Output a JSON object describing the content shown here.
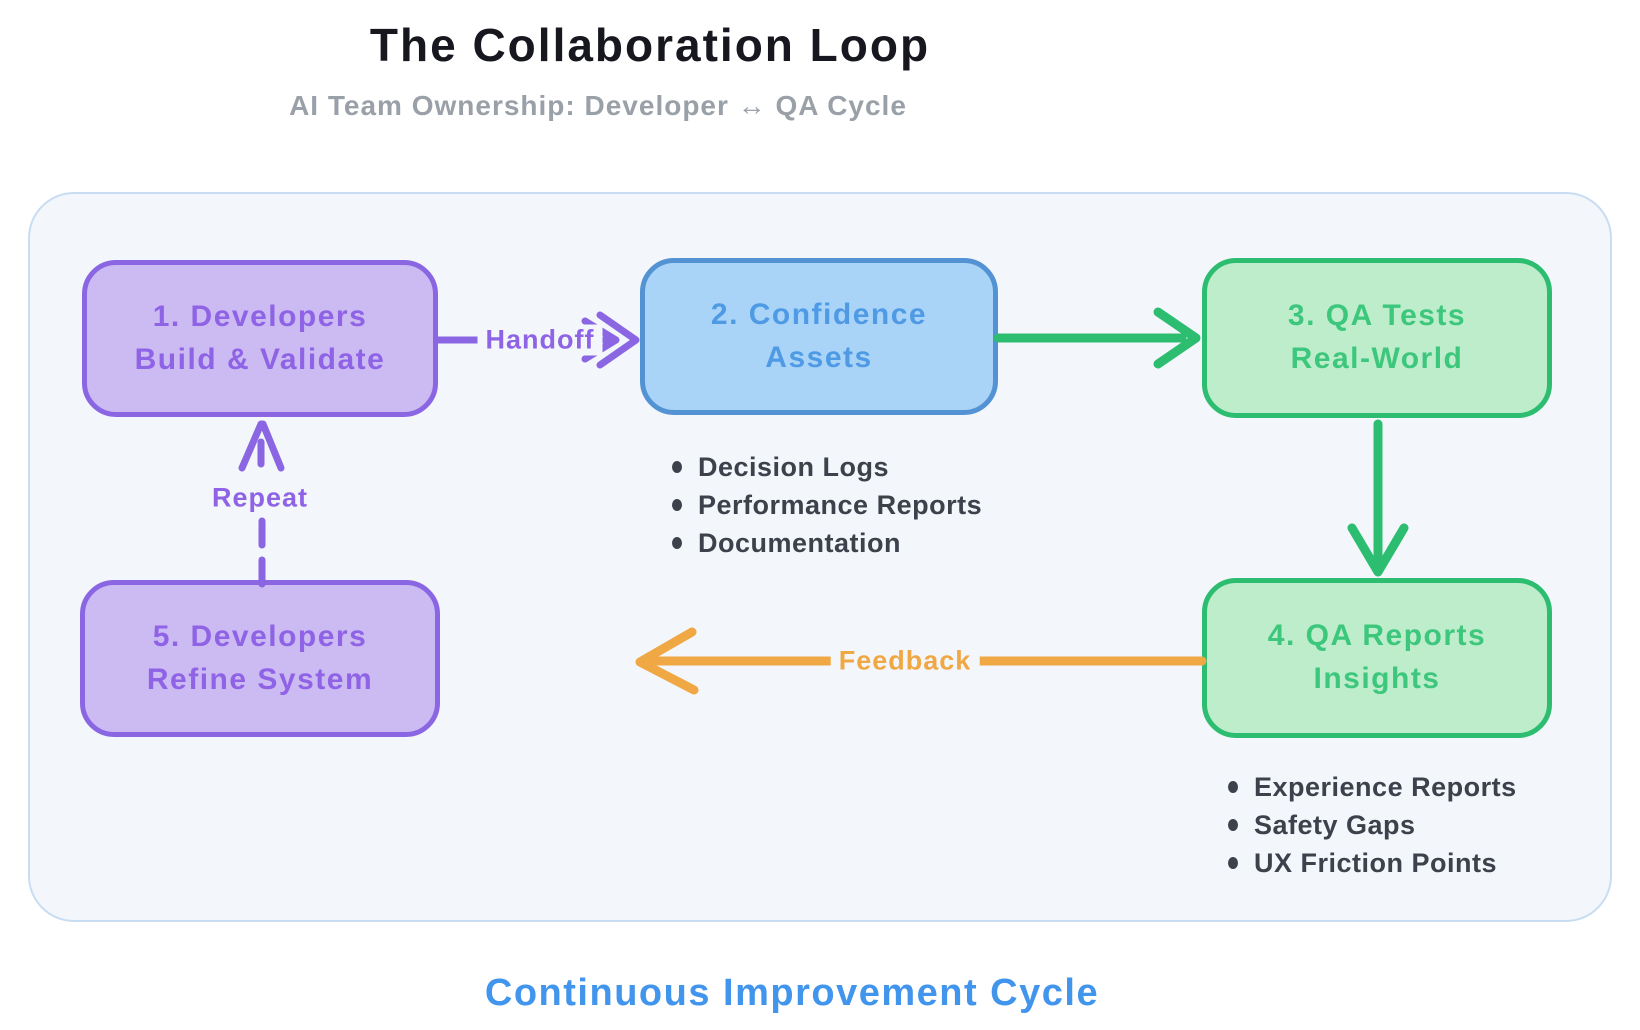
{
  "header": {
    "title": "The Collaboration Loop",
    "subtitle": "AI Team Ownership: Developer ↔ QA Cycle"
  },
  "diagram": {
    "nodes": {
      "developers_build": {
        "label": "1. Developers\nBuild & Validate"
      },
      "confidence_assets": {
        "label": "2. Confidence\nAssets"
      },
      "qa_tests": {
        "label": "3. QA Tests\nReal-World"
      },
      "qa_reports": {
        "label": "4. QA Reports\nInsights"
      },
      "developers_refine": {
        "label": "5. Developers\nRefine System"
      }
    },
    "edges": {
      "handoff": {
        "label": "Handoff"
      },
      "repeat": {
        "label": "Repeat"
      },
      "feedback": {
        "label": "Feedback"
      }
    },
    "confidence_assets_items": [
      "Decision Logs",
      "Performance Reports",
      "Documentation"
    ],
    "qa_reports_items": [
      "Experience Reports",
      "Safety Gaps",
      "UX Friction Points"
    ]
  },
  "footer": {
    "caption": "Continuous Improvement Cycle"
  },
  "colors": {
    "purple_border": "#8a66e3",
    "purple_fill": "#ccbbf2",
    "purple_text": "#8f63e6",
    "blue_border": "#5493d3",
    "blue_fill": "#a9d4f7",
    "blue_text": "#4f9ae5",
    "green_border": "#2cbd70",
    "green_fill": "#bdedcb",
    "green_text": "#3dc77d",
    "orange_arrow": "#f0a844",
    "footer_blue": "#4295ec",
    "container_fill": "#f3f6fb",
    "container_border": "#c8ddf2",
    "dark_text": "#3c414b",
    "title_text": "#17181f",
    "subtitle_text": "#9aa0a8"
  }
}
